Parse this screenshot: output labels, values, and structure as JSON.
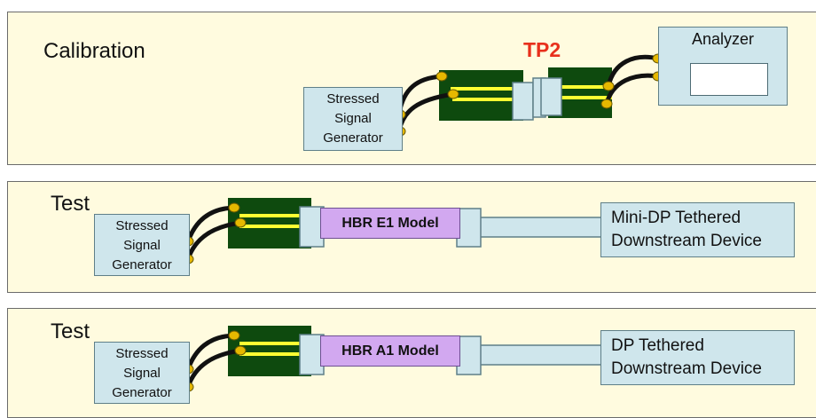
{
  "colors": {
    "panel_bg": "#FFFBDF",
    "box_fill": "#CFE6EC",
    "board_fill": "#0E4A0E",
    "trace_color": "#FFFF33",
    "connector_color": "#E6B800",
    "model_fill": "#D2A8F0",
    "tp_label_color": "#E8301C"
  },
  "calibration": {
    "title": "Calibration",
    "signal_generator": [
      "Stressed",
      "Signal",
      "Generator"
    ],
    "test_point": "TP2",
    "analyzer": "Analyzer"
  },
  "test_minidp": {
    "title": "Test",
    "signal_generator": [
      "Stressed",
      "Signal",
      "Generator"
    ],
    "model": "HBR E1 Model",
    "device": [
      "Mini-DP Tethered",
      "Downstream Device"
    ]
  },
  "test_dp": {
    "title": "Test",
    "signal_generator": [
      "Stressed",
      "Signal",
      "Generator"
    ],
    "model": "HBR A1 Model",
    "device": [
      "DP Tethered",
      "Downstream Device"
    ]
  }
}
